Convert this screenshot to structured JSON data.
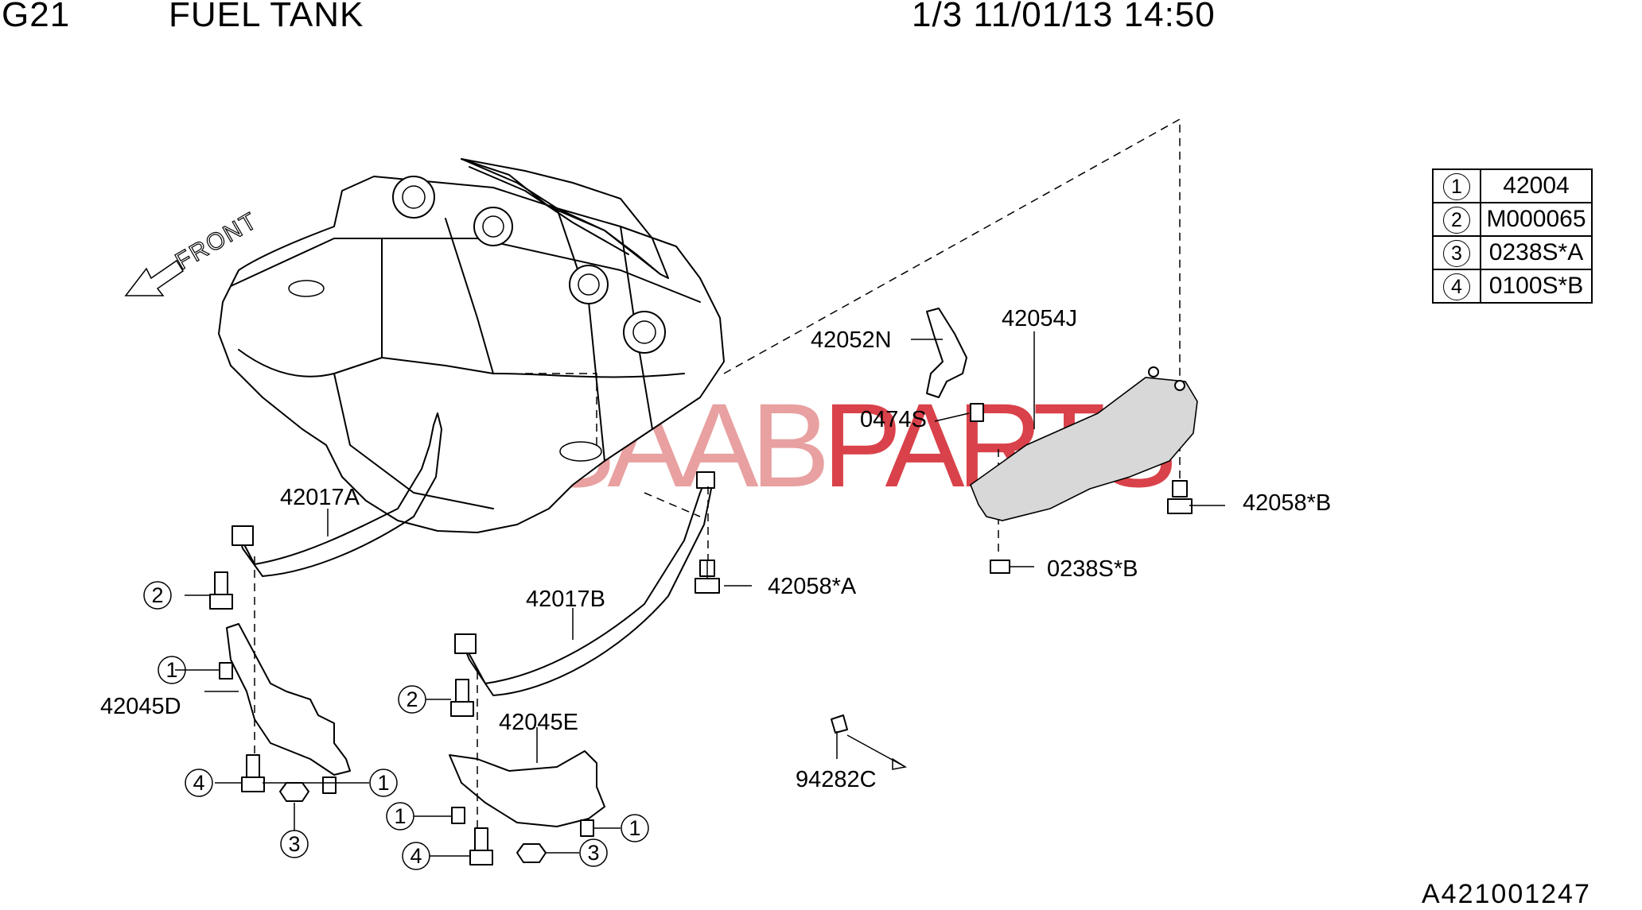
{
  "header": {
    "group": "G21",
    "title": "FUEL TANK",
    "page_date": "1/3 11/01/13 14:50"
  },
  "watermark": {
    "part1": "eSAAB",
    "part2": "PARTS",
    "color1": "#e8a0a0",
    "color2": "#d9424a"
  },
  "front_marker": "FRONT",
  "callouts": {
    "c42017A": "42017A",
    "c42017B": "42017B",
    "c42045D": "42045D",
    "c42045E": "42045E",
    "c42052N": "42052N",
    "c42054J": "42054J",
    "c0474S": "0474S",
    "c42058A": "42058*A",
    "c42058B": "42058*B",
    "c0238SB": "0238S*B",
    "c94282C": "94282C"
  },
  "ref_numbers": {
    "one": "1",
    "two": "2",
    "three": "3",
    "four": "4"
  },
  "legend": [
    {
      "symbol": "1",
      "part": "42004"
    },
    {
      "symbol": "2",
      "part": "M000065"
    },
    {
      "symbol": "3",
      "part": "0238S*A"
    },
    {
      "symbol": "4",
      "part": "0100S*B"
    }
  ],
  "catalog_number": "A421001247"
}
